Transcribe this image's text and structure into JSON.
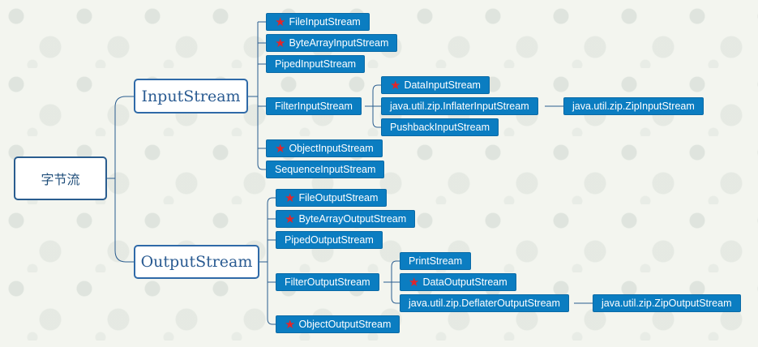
{
  "root": {
    "label": "字节流"
  },
  "input": {
    "label": "InputStream",
    "children": [
      {
        "label": "FileInputStream",
        "starred": true
      },
      {
        "label": "ByteArrayInputStream",
        "starred": true
      },
      {
        "label": "PipedInputStream",
        "starred": false
      },
      {
        "label": "FilterInputStream",
        "starred": false
      },
      {
        "label": "ObjectInputStream",
        "starred": true
      },
      {
        "label": "SequenceInputStream",
        "starred": false
      }
    ],
    "filter_children": [
      {
        "label": "DataInputStream",
        "starred": true
      },
      {
        "label": "java.util.zip.InflaterInputStream",
        "starred": false
      },
      {
        "label": "PushbackInputStream",
        "starred": false
      }
    ],
    "inflater_child": {
      "label": "java.util.zip.ZipInputStream"
    }
  },
  "output": {
    "label": "OutputStream",
    "children": [
      {
        "label": "FileOutputStream",
        "starred": true
      },
      {
        "label": "ByteArrayOutputStream",
        "starred": true
      },
      {
        "label": "PipedOutputStream",
        "starred": false
      },
      {
        "label": "FilterOutputStream",
        "starred": false
      },
      {
        "label": "ObjectOutputStream",
        "starred": true
      }
    ],
    "filter_children": [
      {
        "label": "PrintStream",
        "starred": false
      },
      {
        "label": "DataOutputStream",
        "starred": true
      },
      {
        "label": "java.util.zip.DeflaterOutputStream",
        "starred": false
      }
    ],
    "deflater_child": {
      "label": "java.util.zip.ZipOutputStream"
    }
  },
  "colors": {
    "node_fill": "#0b7dc1",
    "star": "#e0262b",
    "line": "#2a5d8f",
    "main_border": "#2f6aa8"
  },
  "icons": {
    "favorite_marker": "star-icon"
  }
}
